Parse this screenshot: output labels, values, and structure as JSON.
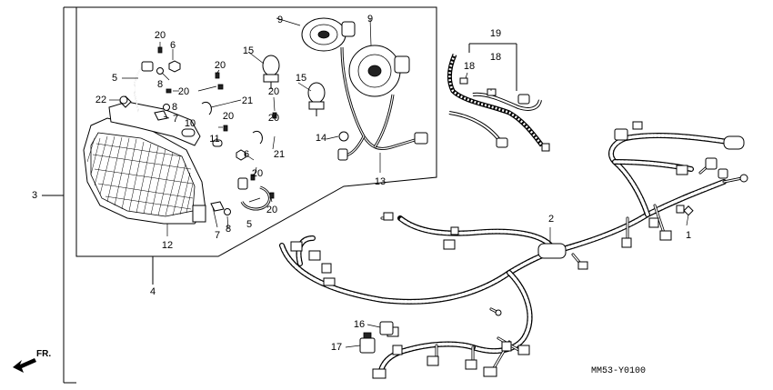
{
  "diagram": {
    "code": "MM53-Y0100",
    "direction_label": "FR.",
    "callouts": {
      "c1": "1",
      "c2": "2",
      "c3": "3",
      "c4": "4",
      "c5a": "5",
      "c5b": "5",
      "c6a": "6",
      "c6b": "6",
      "c7a": "7",
      "c7b": "7",
      "c8a": "8",
      "c8b": "8",
      "c8c": "8",
      "c9a": "9",
      "c9b": "9",
      "c10": "10",
      "c11": "11",
      "c12": "12",
      "c13": "13",
      "c14": "14",
      "c15a": "15",
      "c15b": "15",
      "c16": "16",
      "c17": "17",
      "c18a": "18",
      "c18b": "18",
      "c19": "19",
      "c20a": "20",
      "c20b": "20",
      "c20c": "20",
      "c20d": "20",
      "c20e": "20",
      "c20f": "20",
      "c20g": "20",
      "c20h": "20",
      "c21a": "21",
      "c21b": "21",
      "c22": "22"
    }
  }
}
